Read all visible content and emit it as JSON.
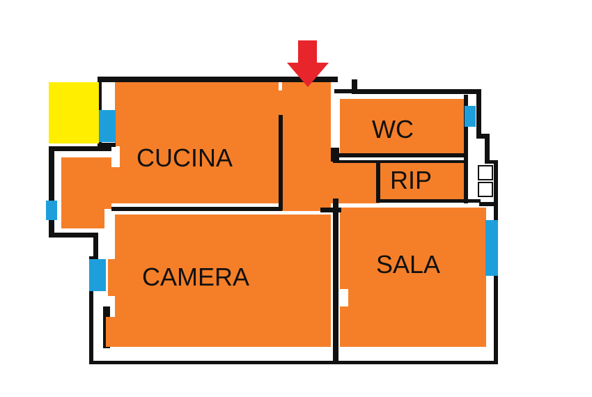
{
  "rooms": {
    "cucina": "CUCINA",
    "camera": "CAMERA",
    "wc": "WC",
    "rip": "RIP",
    "sala": "SALA"
  },
  "colors": {
    "room_fill": "#f57f29",
    "window": "#1e9fdb",
    "terrace": "#ffee00",
    "entrance_arrow": "#e8252b",
    "wall": "#111111"
  },
  "icons": {
    "entrance": "arrow-down-icon"
  }
}
